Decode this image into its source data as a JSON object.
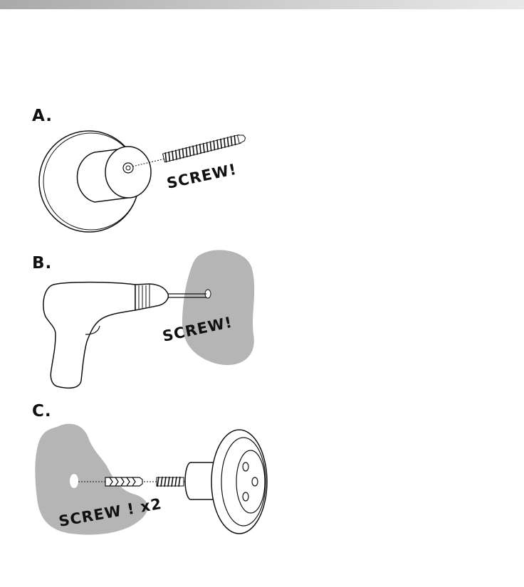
{
  "steps": [
    {
      "label": "A.",
      "caption": "SCREW!"
    },
    {
      "label": "B.",
      "caption": "SCREW!"
    },
    {
      "label": "C.",
      "caption": "SCREW ! x2"
    }
  ],
  "icons": [
    "wall-hook-screw-illustration",
    "drill-illustration",
    "wall-plug-hook-illustration"
  ],
  "colors": {
    "wall": "#b5b5b5",
    "line": "#111111",
    "topbar": "#c4c4c4"
  }
}
